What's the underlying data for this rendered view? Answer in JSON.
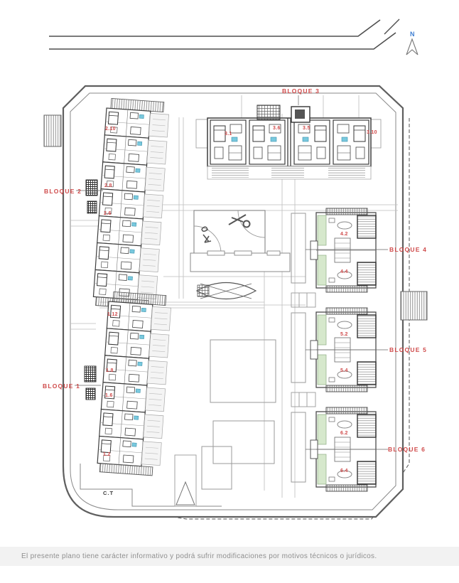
{
  "north": {
    "label": "N"
  },
  "plan": {
    "ct_label": "C.T",
    "bloques": [
      {
        "name": "bloque-1",
        "label": "BLOQUE 1",
        "units": [
          "1.12",
          "1.8",
          "1.6",
          "1.2"
        ]
      },
      {
        "name": "bloque-2",
        "label": "BLOQUE 2",
        "units": [
          "2.10",
          "2.8",
          "2.6"
        ]
      },
      {
        "name": "bloque-3",
        "label": "BLOQUE 3",
        "units": [
          "3.1",
          "3.6",
          "3.5",
          "3.10"
        ]
      },
      {
        "name": "bloque-4",
        "label": "BLOQUE 4",
        "units": [
          "4.2",
          "4.4"
        ]
      },
      {
        "name": "bloque-5",
        "label": "BLOQUE 5",
        "units": [
          "5.2",
          "5.4"
        ]
      },
      {
        "name": "bloque-6",
        "label": "BLOQUE 6",
        "units": [
          "6.2",
          "6.4"
        ]
      }
    ]
  },
  "colors": {
    "label_red": "#cf4a4a",
    "north_blue": "#3f7fd2",
    "green_strip": "#d6e8cc",
    "cyan_fixture": "#79c9de",
    "wall_dark": "#3d3d3d"
  },
  "footer": {
    "disclaimer": "El presente plano tiene carácter informativo y podrá sufrir modificaciones por motivos técnicos o jurídicos."
  }
}
